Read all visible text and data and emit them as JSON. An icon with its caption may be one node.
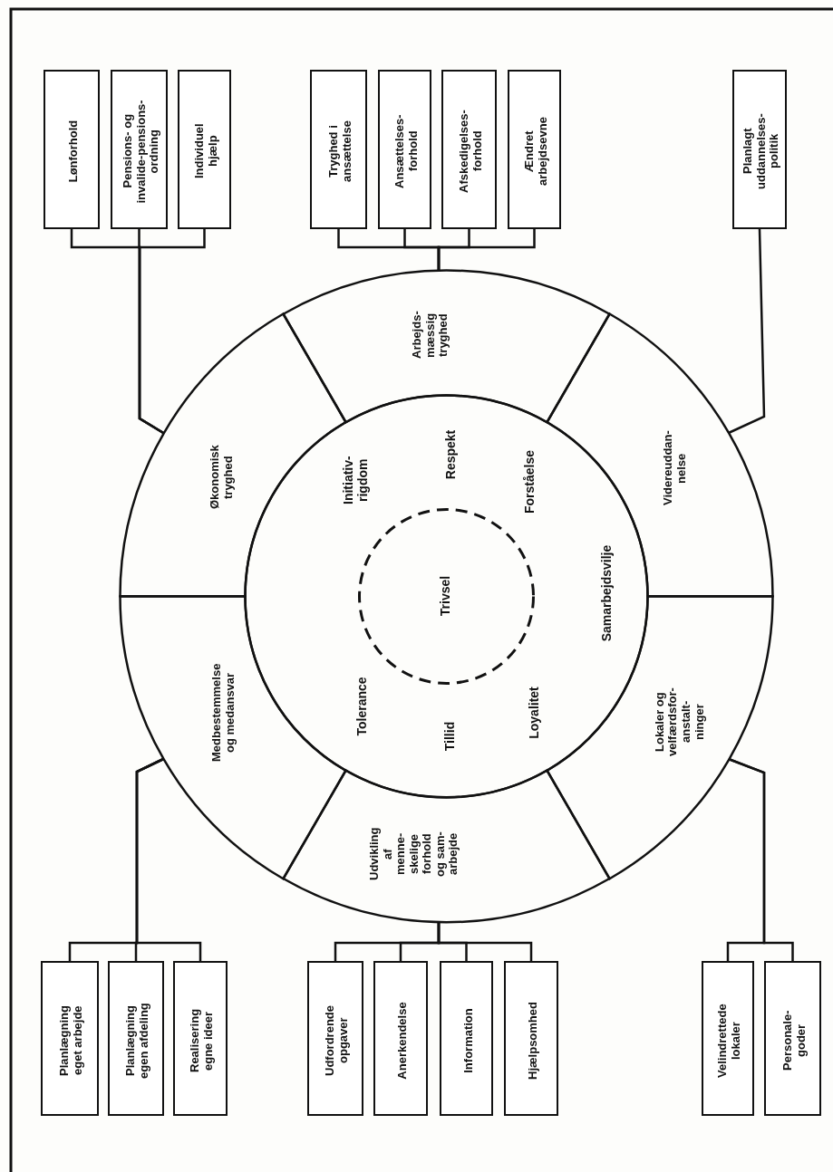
{
  "diagram": {
    "nodes": [
      {
        "text": [
          "Lønforhold"
        ]
      },
      {
        "text": [
          "Pensions- og invalide-pensions- ordning"
        ]
      },
      {
        "text": [
          "Individuel hjælp"
        ]
      },
      {
        "text": [
          "Tryghed i ansættelse"
        ]
      },
      {
        "text": [
          "Ansættelses- forhold"
        ]
      },
      {
        "text": [
          "Afskedigelses- forhold"
        ]
      },
      {
        "text": [
          "Ændret arbejdsevne"
        ]
      },
      {
        "text": [
          "Planlagt uddannelses- politik"
        ]
      },
      {
        "text": [
          "Økonomisk tryghed"
        ]
      },
      {
        "text": [
          "Arbejds- mæssig tryghed"
        ]
      },
      {
        "text": [
          "Videreuddan- nelse"
        ]
      },
      {
        "text": [
          "Initiativ- rigdom",
          "Respekt",
          "Forståelse",
          "Samarbejdsvilje",
          "Loyalitet",
          "Tillid",
          "Tolerance"
        ]
      },
      {
        "text": [
          "Trivsel"
        ],
        "in": 11
      },
      {
        "text": [
          "Medbestemmelse og medansvar"
        ]
      },
      {
        "text": [
          "Udvikling af menne- skelige forhold og sam- arbejde"
        ]
      },
      {
        "text": [
          "Lokaler og velfærdsfor- anstalt- ninger"
        ]
      },
      {
        "text": [
          "Planlægning eget arbejde"
        ]
      },
      {
        "text": [
          "Planlægning egen afdeling"
        ]
      },
      {
        "text": [
          "Realisering egne ideer"
        ]
      },
      {
        "text": [
          "Udfordrende opgaver"
        ]
      },
      {
        "text": [
          "Anerkendelse"
        ]
      },
      {
        "text": [
          "Information"
        ]
      },
      {
        "text": [
          "Hjælpsomhed"
        ]
      },
      {
        "text": [
          "Velindrettede lokaler"
        ]
      },
      {
        "text": [
          "Personale- goder"
        ]
      }
    ],
    "edges": [
      {
        "from": 0,
        "to": 8,
        "arrow": "none"
      },
      {
        "from": 1,
        "to": 8,
        "arrow": "none"
      },
      {
        "from": 2,
        "to": 8,
        "arrow": "none"
      },
      {
        "from": 3,
        "to": 9,
        "arrow": "none"
      },
      {
        "from": 4,
        "to": 9,
        "arrow": "none"
      },
      {
        "from": 5,
        "to": 9,
        "arrow": "none"
      },
      {
        "from": 6,
        "to": 9,
        "arrow": "none"
      },
      {
        "from": 7,
        "to": 10,
        "arrow": "none"
      },
      {
        "from": 16,
        "to": 13,
        "arrow": "none"
      },
      {
        "from": 17,
        "to": 13,
        "arrow": "none"
      },
      {
        "from": 18,
        "to": 13,
        "arrow": "none"
      },
      {
        "from": 19,
        "to": 14,
        "arrow": "none"
      },
      {
        "from": 20,
        "to": 14,
        "arrow": "none"
      },
      {
        "from": 21,
        "to": 14,
        "arrow": "none"
      },
      {
        "from": 22,
        "to": 14,
        "arrow": "none"
      },
      {
        "from": 23,
        "to": 15,
        "arrow": "none"
      },
      {
        "from": 24,
        "to": 15,
        "arrow": "none"
      }
    ]
  }
}
